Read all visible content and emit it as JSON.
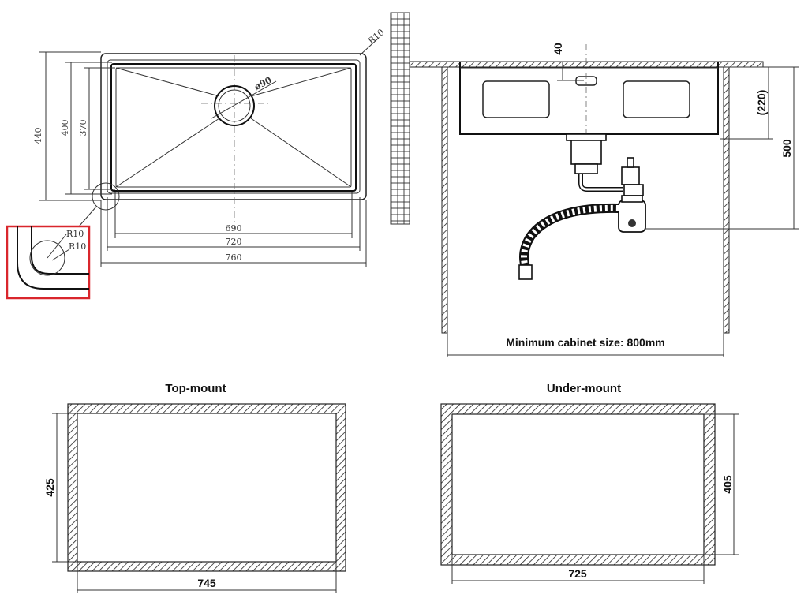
{
  "plan_view": {
    "dim_440": "440",
    "dim_400": "400",
    "dim_370": "370",
    "dim_690": "690",
    "dim_720": "720",
    "dim_760": "760",
    "drain_diameter": "ø90",
    "corner_radius": "R10",
    "detail_radius_outer": "R10",
    "detail_radius_inner": "R10",
    "detail_highlight_color": "#d9262c"
  },
  "section_view": {
    "dim_40": "40",
    "dim_220": "(220)",
    "dim_500": "500",
    "cabinet_caption": "Minimum cabinet size: 800mm"
  },
  "cutouts": {
    "top_mount": {
      "title": "Top-mount",
      "width": "745",
      "height": "425"
    },
    "under_mount": {
      "title": "Under-mount",
      "width": "725",
      "height": "405"
    }
  }
}
